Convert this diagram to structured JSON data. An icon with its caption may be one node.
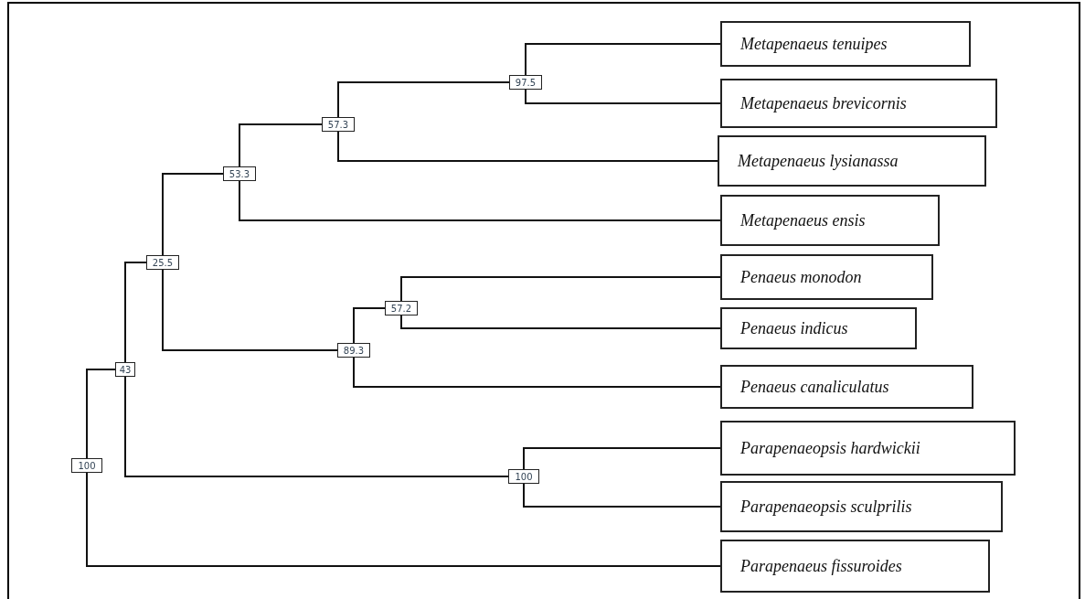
{
  "diagram": {
    "nodes": [
      {
        "text": [
          "Metapenaeus tenuipes"
        ]
      },
      {
        "text": [
          "97.5"
        ]
      },
      {
        "text": [
          "Metapenaeus brevicornis"
        ]
      },
      {
        "text": [
          "57.3"
        ]
      },
      {
        "text": [
          "Metapenaeus lysianassa"
        ]
      },
      {
        "text": [
          "53.3"
        ]
      },
      {
        "text": [
          "Metapenaeus ensis"
        ]
      },
      {
        "text": [
          "25.5"
        ]
      },
      {
        "text": [
          "Penaeus monodon"
        ]
      },
      {
        "text": [
          "57.2"
        ]
      },
      {
        "text": [
          "Penaeus indicus"
        ]
      },
      {
        "text": [
          "89.3"
        ]
      },
      {
        "text": [
          "43"
        ]
      },
      {
        "text": [
          "Penaeus canaliculatus"
        ]
      },
      {
        "text": [
          "Parapenaeopsis hardwickii"
        ]
      },
      {
        "text": [
          "100"
        ]
      },
      {
        "text": [
          "Parapenaeopsis sculprilis"
        ]
      },
      {
        "text": [
          "100"
        ]
      },
      {
        "text": [
          "Parapenaeus fissuroides"
        ]
      }
    ],
    "edges": [
      {
        "from": 17,
        "to": 12,
        "arrow": "none"
      },
      {
        "from": 17,
        "to": 18,
        "arrow": "none"
      },
      {
        "from": 12,
        "to": 7,
        "arrow": "none"
      },
      {
        "from": 12,
        "to": 15,
        "arrow": "none"
      },
      {
        "from": 7,
        "to": 5,
        "arrow": "none"
      },
      {
        "from": 7,
        "to": 11,
        "arrow": "none"
      },
      {
        "from": 5,
        "to": 3,
        "arrow": "none"
      },
      {
        "from": 5,
        "to": 6,
        "arrow": "none"
      },
      {
        "from": 3,
        "to": 1,
        "arrow": "none"
      },
      {
        "from": 3,
        "to": 4,
        "arrow": "none"
      },
      {
        "from": 1,
        "to": 0,
        "arrow": "none"
      },
      {
        "from": 1,
        "to": 2,
        "arrow": "none"
      },
      {
        "from": 11,
        "to": 9,
        "arrow": "none"
      },
      {
        "from": 11,
        "to": 13,
        "arrow": "none"
      },
      {
        "from": 9,
        "to": 8,
        "arrow": "none"
      },
      {
        "from": 9,
        "to": 10,
        "arrow": "none"
      },
      {
        "from": 15,
        "to": 14,
        "arrow": "none"
      },
      {
        "from": 15,
        "to": 16,
        "arrow": "none"
      }
    ]
  }
}
